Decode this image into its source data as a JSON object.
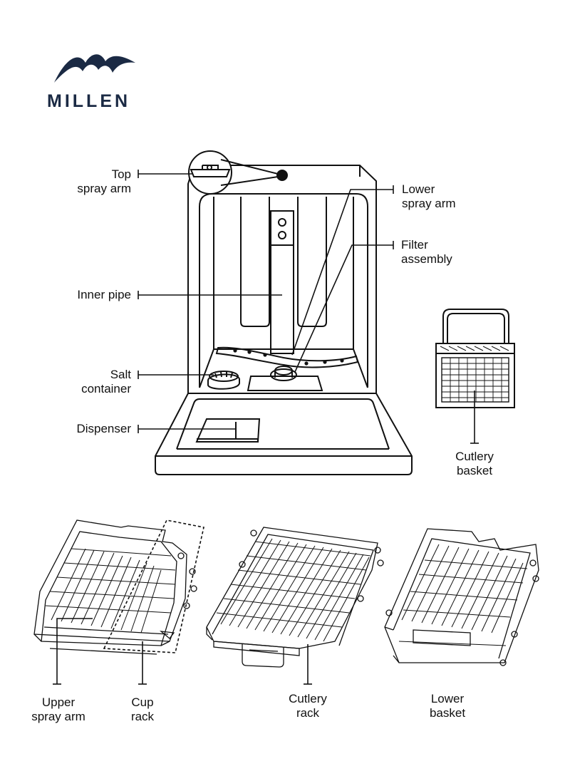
{
  "brand": {
    "name": "MILLEN",
    "color": "#1b2a44"
  },
  "labels": {
    "top_spray_arm": [
      "Top",
      "spray arm"
    ],
    "lower_spray_arm": [
      "Lower",
      "spray arm"
    ],
    "filter_assembly": [
      "Filter",
      "assembly"
    ],
    "inner_pipe": "Inner pipe",
    "salt_container": [
      "Salt",
      "container"
    ],
    "dispenser": "Dispenser",
    "cutlery_basket": [
      "Cutlery",
      "basket"
    ],
    "upper_spray_arm": [
      "Upper",
      "spray arm"
    ],
    "cup_rack": [
      "Cup",
      "rack"
    ],
    "cutlery_rack": [
      "Cutlery",
      "rack"
    ],
    "lower_basket": [
      "Lower",
      "basket"
    ]
  }
}
